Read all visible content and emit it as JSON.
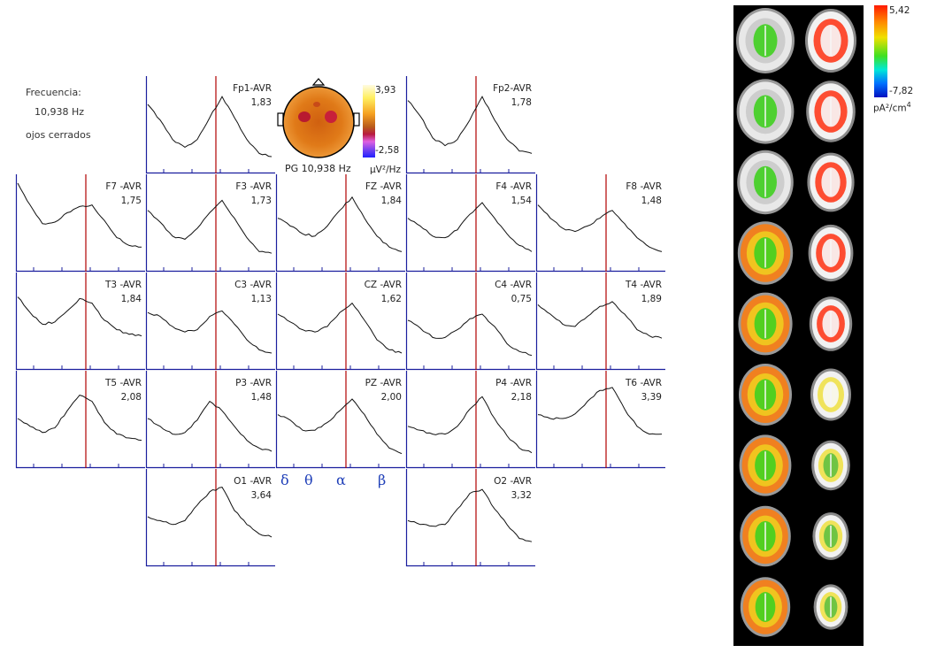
{
  "info": {
    "title": "Frecuencia:",
    "frequency": "10,938 Hz",
    "condition": "ojos cerrados"
  },
  "topomap": {
    "caption": "PG 10,938 Hz",
    "scale_max": "3,93",
    "scale_min": "-2,58",
    "unit": "µV²/Hz"
  },
  "loreta": {
    "scale_max": "5,42",
    "scale_min": "-7,82",
    "unit": "pA²/cm",
    "unit_exp": "4"
  },
  "bands": [
    "δ",
    "θ",
    "α",
    "β"
  ],
  "colors": {
    "axis": "#1b1f9e",
    "marker": "#b00000",
    "trace": "#111111"
  },
  "chart_data": {
    "type": "line",
    "title": "",
    "xlabel": "",
    "ylabel": "",
    "marker_frequency": 10.938,
    "grid": false,
    "channels": [
      {
        "name": "Fp1-AVR",
        "value": "1,83",
        "row": 0,
        "col": 1,
        "y": [
          0.75,
          0.55,
          0.3,
          0.2,
          0.3,
          0.58,
          0.85,
          0.58,
          0.3,
          0.12,
          0.08
        ]
      },
      {
        "name": "Fp2-AVR",
        "value": "1,78",
        "row": 0,
        "col": 3,
        "y": [
          0.8,
          0.6,
          0.32,
          0.22,
          0.3,
          0.55,
          0.85,
          0.55,
          0.3,
          0.15,
          0.12
        ]
      },
      {
        "name": "F7 -AVR",
        "value": "1,75",
        "row": 1,
        "col": 0,
        "y": [
          1.0,
          0.72,
          0.48,
          0.5,
          0.62,
          0.7,
          0.72,
          0.52,
          0.3,
          0.2,
          0.18
        ]
      },
      {
        "name": "F3 -AVR",
        "value": "1,73",
        "row": 1,
        "col": 1,
        "y": [
          0.65,
          0.5,
          0.32,
          0.28,
          0.42,
          0.62,
          0.78,
          0.55,
          0.3,
          0.12,
          0.1
        ]
      },
      {
        "name": "FZ -AVR",
        "value": "1,84",
        "row": 1,
        "col": 2,
        "y": [
          0.55,
          0.45,
          0.35,
          0.32,
          0.45,
          0.65,
          0.82,
          0.55,
          0.32,
          0.18,
          0.12
        ]
      },
      {
        "name": "F4 -AVR",
        "value": "1,54",
        "row": 1,
        "col": 3,
        "y": [
          0.55,
          0.45,
          0.32,
          0.3,
          0.4,
          0.6,
          0.75,
          0.55,
          0.35,
          0.2,
          0.12
        ]
      },
      {
        "name": "F8 -AVR",
        "value": "1,48",
        "row": 1,
        "col": 4,
        "y": [
          0.72,
          0.55,
          0.42,
          0.38,
          0.45,
          0.55,
          0.65,
          0.48,
          0.3,
          0.18,
          0.12
        ]
      },
      {
        "name": "T3 -AVR",
        "value": "1,84",
        "row": 2,
        "col": 0,
        "y": [
          0.8,
          0.6,
          0.45,
          0.48,
          0.62,
          0.78,
          0.72,
          0.5,
          0.38,
          0.32,
          0.3
        ]
      },
      {
        "name": "C3 -AVR",
        "value": "1,13",
        "row": 2,
        "col": 1,
        "y": [
          0.6,
          0.55,
          0.42,
          0.35,
          0.38,
          0.55,
          0.62,
          0.45,
          0.25,
          0.12,
          0.08
        ]
      },
      {
        "name": "CZ -AVR",
        "value": "1,62",
        "row": 2,
        "col": 2,
        "y": [
          0.58,
          0.48,
          0.38,
          0.35,
          0.42,
          0.6,
          0.72,
          0.5,
          0.25,
          0.12,
          0.08
        ]
      },
      {
        "name": "C4 -AVR",
        "value": "0,75",
        "row": 2,
        "col": 3,
        "y": [
          0.5,
          0.4,
          0.28,
          0.28,
          0.38,
          0.52,
          0.58,
          0.42,
          0.2,
          0.1,
          0.05
        ]
      },
      {
        "name": "T4 -AVR",
        "value": "1,89",
        "row": 2,
        "col": 4,
        "y": [
          0.7,
          0.58,
          0.45,
          0.42,
          0.55,
          0.68,
          0.74,
          0.58,
          0.38,
          0.3,
          0.27
        ]
      },
      {
        "name": "T5 -AVR",
        "value": "2,08",
        "row": 3,
        "col": 0,
        "y": [
          0.5,
          0.4,
          0.32,
          0.38,
          0.6,
          0.8,
          0.72,
          0.45,
          0.3,
          0.25,
          0.22
        ]
      },
      {
        "name": "P3 -AVR",
        "value": "1,48",
        "row": 3,
        "col": 1,
        "y": [
          0.5,
          0.4,
          0.3,
          0.32,
          0.48,
          0.72,
          0.6,
          0.4,
          0.22,
          0.12,
          0.08
        ]
      },
      {
        "name": "PZ -AVR",
        "value": "2,00",
        "row": 3,
        "col": 2,
        "y": [
          0.55,
          0.48,
          0.35,
          0.35,
          0.45,
          0.6,
          0.75,
          0.55,
          0.3,
          0.12,
          0.05
        ]
      },
      {
        "name": "P4 -AVR",
        "value": "2,18",
        "row": 3,
        "col": 3,
        "y": [
          0.4,
          0.35,
          0.3,
          0.3,
          0.4,
          0.62,
          0.78,
          0.5,
          0.28,
          0.12,
          0.06
        ]
      },
      {
        "name": "T6 -AVR",
        "value": "3,39",
        "row": 3,
        "col": 4,
        "y": [
          0.55,
          0.5,
          0.5,
          0.56,
          0.72,
          0.86,
          0.9,
          0.62,
          0.4,
          0.3,
          0.3
        ]
      },
      {
        "name": "O1 -AVR",
        "value": "3,64",
        "row": 4,
        "col": 1,
        "y": [
          0.5,
          0.45,
          0.4,
          0.45,
          0.65,
          0.82,
          0.88,
          0.58,
          0.4,
          0.28,
          0.24
        ]
      },
      {
        "name": "O2 -AVR",
        "value": "3,32",
        "row": 4,
        "col": 3,
        "y": [
          0.45,
          0.4,
          0.38,
          0.4,
          0.6,
          0.8,
          0.85,
          0.6,
          0.4,
          0.22,
          0.18
        ]
      }
    ]
  }
}
